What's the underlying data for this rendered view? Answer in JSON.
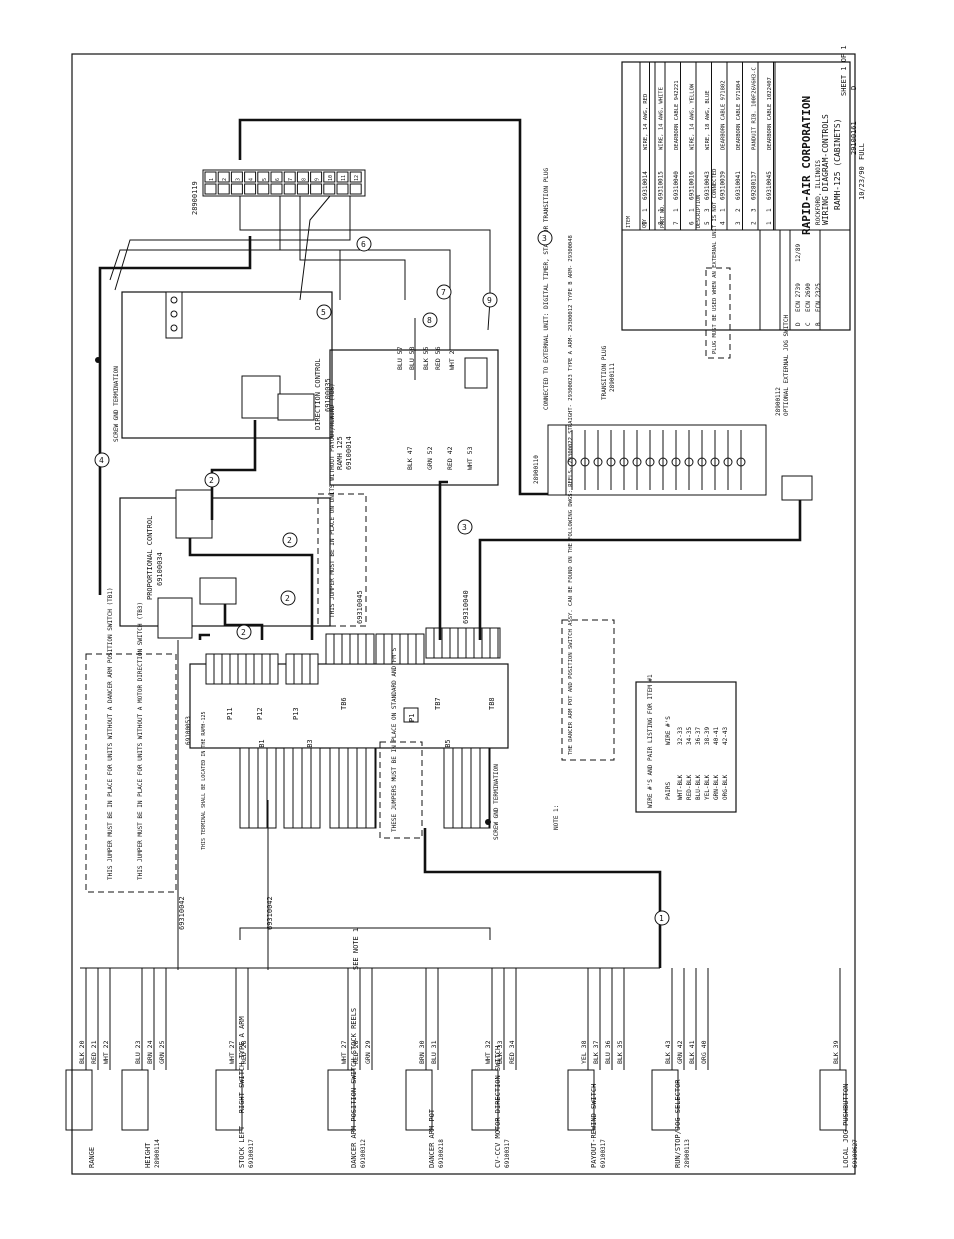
{
  "title_block": {
    "company": "RAPID-AIR CORPORATION",
    "company_sub": "ROCKFORD, ILLINOIS",
    "title": "WIRING DIAGRAM-CONTROLS",
    "subtitle": "RAMH-125 (CABINETS)",
    "sheet": "SHEET 1 OF 1",
    "drawing_no": "29100161",
    "rev": "D",
    "scale": "FULL",
    "date": "10/23/90",
    "ecn_rows": [
      {
        "rev": "D",
        "ecn": "ECN 2739",
        "date": "12/89"
      },
      {
        "rev": "C",
        "ecn": "ECN 2690",
        "date": ""
      },
      {
        "rev": "B",
        "ecn": "ECN 2325",
        "date": ""
      }
    ]
  },
  "parts_list": {
    "headers": [
      "ITEM",
      "QTY",
      "PART NO.",
      "DESCRIPTION"
    ],
    "rows": [
      {
        "item": "9",
        "qty": "1",
        "part": "69310014",
        "desc": "WIRE, 14 AWG, RED"
      },
      {
        "item": "8",
        "qty": "1",
        "part": "69310015",
        "desc": "WIRE, 14 AWG, WHITE"
      },
      {
        "item": "7",
        "qty": "1",
        "part": "69310040",
        "desc": "DEARBORN CABLE 942221"
      },
      {
        "item": "6",
        "qty": "1",
        "part": "69310016",
        "desc": "WIRE, 14 AWG, YELLOW"
      },
      {
        "item": "5",
        "qty": "3",
        "part": "69310043",
        "desc": "WIRE, 18 AWG, BLUE"
      },
      {
        "item": "4",
        "qty": "1",
        "part": "69310039",
        "desc": "DEARBORN CABLE 971802"
      },
      {
        "item": "3",
        "qty": "2",
        "part": "69310041",
        "desc": "DEARBORN CABLE 971804"
      },
      {
        "item": "2",
        "qty": "3",
        "part": "69280137",
        "desc": "PANDUIT RIB. 100F26V6H3-C"
      },
      {
        "item": "1",
        "qty": "1",
        "part": "69310045",
        "desc": "DEARBORN CABLE 1022407"
      }
    ]
  },
  "components": {
    "direction_control": "DIRECTION CONTROL",
    "direction_control_pn": "69100035",
    "proportional_control": "PROPORTIONAL CONTROL",
    "proportional_control_pn": "69100034",
    "ramh": "RAMH 125",
    "ramh_pn": "69100014",
    "main_board_pn": "69100053",
    "terminal_strip": "28900119",
    "screw_gnd_1": "SCREW GND TERMINATION",
    "screw_gnd_2": "SCREW GND TERMINATION",
    "terminal_note": "THIS TERMINAL SHALL BE LOCATED IN THE RAMH-125",
    "transition_plug": "TRANSITION PLUG",
    "transition_plug_pn": "28900111",
    "external_conn_pn": "28900110",
    "external_conn_note": "CONNECTED TO EXTERNAL UNIT: DIGITAL TIMER, STAND OR TRANSITION PLUG",
    "plug_note": "PLUG MUST BE USED WHEN AN EXTERNAL UNIT IS NOT CONNECTED",
    "optional_jog": "OPTIONAL EXTERNAL JOG SWITCH",
    "optional_jog_pn": "28900112"
  },
  "board_labels": [
    "P11",
    "P12",
    "P13",
    "TB1",
    "TB3",
    "TB6",
    "TB7",
    "TB8",
    "TB5",
    "P1"
  ],
  "jumper_notes": {
    "note_a": "THIS JUMPER MUST BE IN PLACE FOR UNITS WITHOUT A DANCER ARM POSITION SWITCH (TB1)",
    "note_b": "THIS JUMPER MUST BE IN PLACE FOR UNITS WITHOUT A MOTOR DIRECTION SWITCH (TB3)",
    "note_c": "THIS JUMPER MUST BE IN PLACE ON UNITS WITHOUT PAYOUT/REWIND (TB6)",
    "note_d": "THESE JUMPERS MUST BE IN PLACE ON STANDARD AND FM'S"
  },
  "note1": {
    "heading": "NOTE 1:",
    "body": "THE DANCER ARM POT AND POSITION SWITCH ASSY. CAN BE FOUND ON THE FOLLOWING DWGS: REELS- 29300022 STRAIGHT- 29300023 TYPE A ARM- 29300012 TYPE B ARM- 29300048"
  },
  "see_note": "SEE NOTE 1",
  "pair_table": {
    "title": "WIRE #'S AND PAIR LISTING FOR ITEM #1",
    "headers": [
      "PAIRS",
      "WIRE #'S"
    ],
    "rows": [
      [
        "WHT-BLK",
        "32-33"
      ],
      [
        "RED-BLK",
        "34-35"
      ],
      [
        "BLU-BLK",
        "36-37"
      ],
      [
        "YEL-BLK",
        "38-39"
      ],
      [
        "GRN-BLK",
        "40-41"
      ],
      [
        "ORG-BLK",
        "42-43"
      ]
    ]
  },
  "cable_labels": [
    "69310042",
    "69310042",
    "69310045",
    "69310040"
  ],
  "bubbles": [
    "1",
    "2",
    "2",
    "2",
    "2",
    "3",
    "3",
    "4",
    "5",
    "6",
    "7",
    "8",
    "9"
  ],
  "field_devices": [
    {
      "name": "RANGE",
      "pn": "",
      "wires": [
        "BLK 20",
        "RED 21",
        "WHT 22"
      ]
    },
    {
      "name": "HEIGHT",
      "pn": "28900114",
      "wires": [
        "BLU 23",
        "BRN 24",
        "GRN 25"
      ]
    },
    {
      "name": "STOCK LEFT - RIGHT SWITCH TYPE A ARM",
      "pn": "69100317",
      "wires": [
        "WHT 27",
        "RED 28"
      ]
    },
    {
      "name": "DANCER ARM POSITION SWITCH STOCK REELS",
      "pn": "69100312",
      "wires": [
        "WHT 27",
        "RED 28",
        "GRN 29"
      ]
    },
    {
      "name": "DANCER ARM POT",
      "pn": "69100218",
      "wires": [
        "BRN 30",
        "BLU 31"
      ]
    },
    {
      "name": "CV-CCV MOTOR DIRECTION SWITCH",
      "pn": "69100317",
      "wires": [
        "WHT 32",
        "BLK 33",
        "RED 34"
      ]
    },
    {
      "name": "PAYOUT-REWIND SWITCH",
      "pn": "69100317",
      "wires": [
        "YEL 38",
        "BLK 37",
        "BLU 36",
        "BLK 35"
      ]
    },
    {
      "name": "RUN/STOP/JOG SELECTOR",
      "pn": "28900113",
      "wires": [
        "BLK 43",
        "GRN 42",
        "BLK 41",
        "ORG 40"
      ]
    },
    {
      "name": "LOCAL JOG PUSHBUTTON",
      "pn": "69100627",
      "wires": [
        "BLK 39"
      ]
    }
  ],
  "terminal_numbers": [
    "1",
    "2",
    "3",
    "4",
    "5",
    "6",
    "7",
    "8",
    "9",
    "10",
    "11",
    "12"
  ],
  "wire_tags_ramh": [
    "BLU 57",
    "BLU 58",
    "BLK 55",
    "RED 56",
    "WHT 2",
    "BLK 47",
    "GRN 52",
    "RED 42",
    "WHT 53"
  ]
}
